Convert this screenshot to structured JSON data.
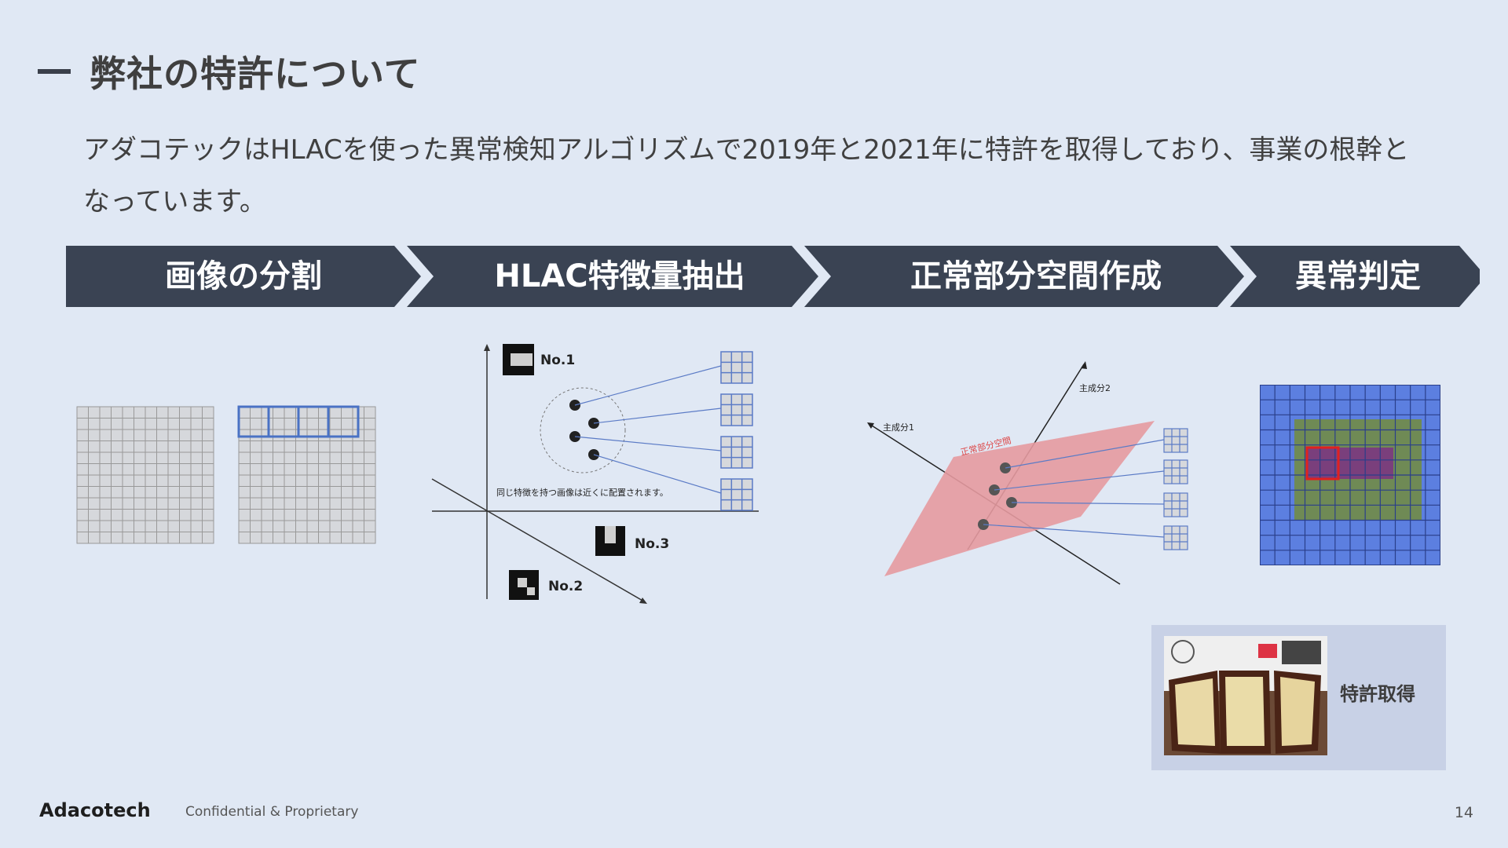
{
  "title": "弊社の特許について",
  "description": "アダコテックはHLACを使った異常検知アルゴリズムで2019年と2021年に特許を取得しており、事業の根幹となっています。",
  "steps": [
    {
      "label": "画像の分割"
    },
    {
      "label": "HLAC特徴量抽出"
    },
    {
      "label": "正常部分空間作成"
    },
    {
      "label": "異常判定"
    }
  ],
  "hlac_diagram": {
    "marker_1": "No.1",
    "marker_2": "No.2",
    "marker_3": "No.3",
    "caption": "同じ特徴を持つ画像は近くに配置されます。"
  },
  "subspace_diagram": {
    "axis_1": "主成分1",
    "axis_2": "主成分2",
    "plane_label": "正常部分空間"
  },
  "certificate": {
    "label": "特許取得"
  },
  "footer": {
    "logo": "Adacotech",
    "confidential": "Confidential & Proprietary",
    "page": "14"
  },
  "colors": {
    "background": "#e0e8f4",
    "step_fill": "#3a4353",
    "grid_highlight": "#4a72c4",
    "plane": "#e59aa0",
    "anomaly_grid": "#5c7fe0",
    "normal_region": "#6f8a55",
    "anomaly_region": "#7a3f7c",
    "anomaly_marker": "#e02020"
  }
}
